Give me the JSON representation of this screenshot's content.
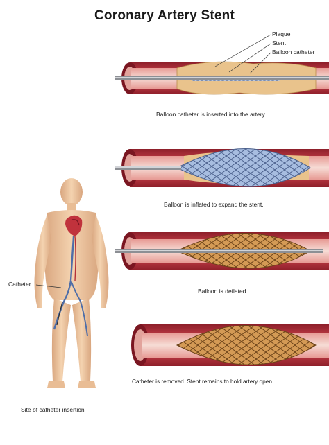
{
  "title": "Coronary Artery Stent",
  "callouts": {
    "plaque": "Plaque",
    "stent": "Stent",
    "balloon_catheter": "Balloon catheter",
    "catheter": "Catheter"
  },
  "steps": [
    {
      "caption": "Balloon catheter is inserted into the artery."
    },
    {
      "caption": "Balloon is inflated to expand the stent."
    },
    {
      "caption": "Balloon is deflated."
    },
    {
      "caption": "Catheter is removed. Stent remains to hold artery open."
    }
  ],
  "figure_caption": "Site of catheter insertion",
  "colors": {
    "artery_outer": "#b3303a",
    "artery_inner": "#d9535b",
    "lumen": "#f3d7d0",
    "plaque": "#e8c38a",
    "stent_compressed": "#8fa9cf",
    "stent_gold": "#c98a3c",
    "skin": "#f0c9a3",
    "vein": "#4f6ea8"
  }
}
